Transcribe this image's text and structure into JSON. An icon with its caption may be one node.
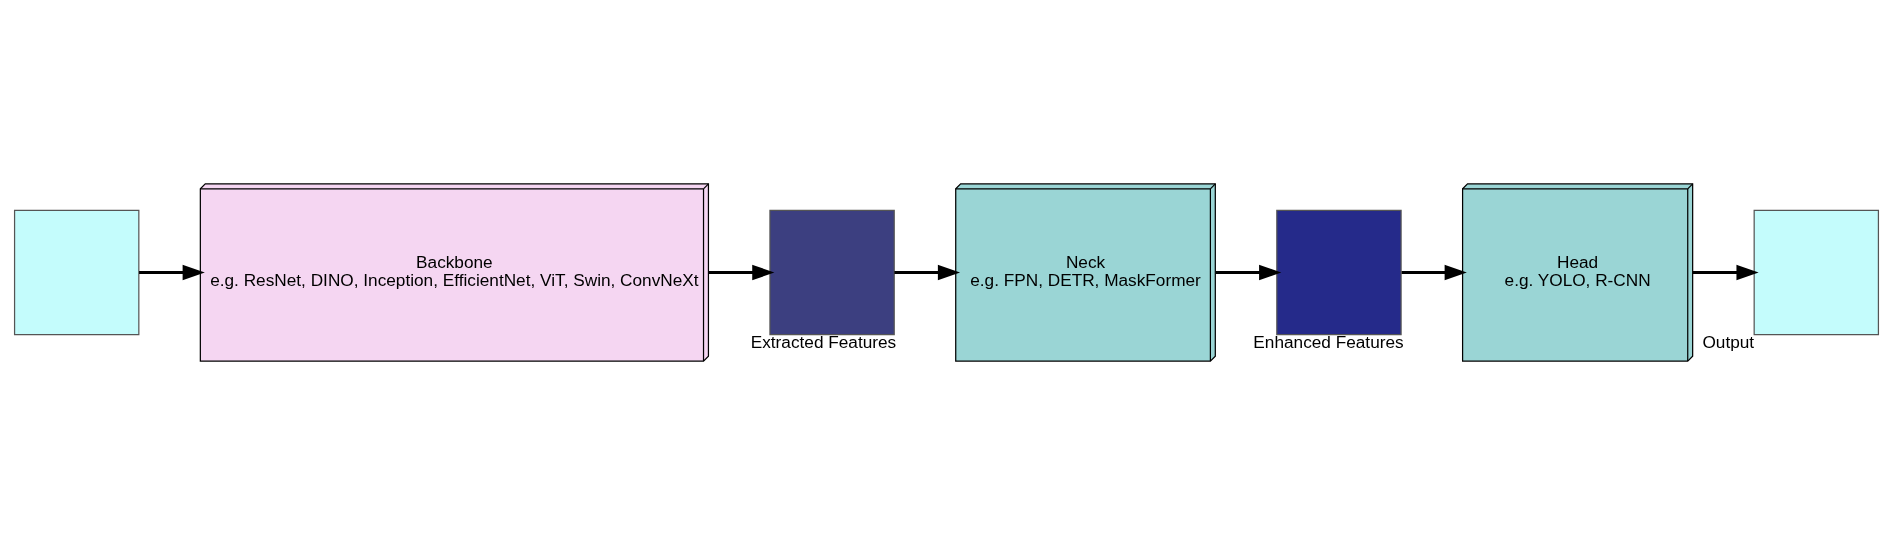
{
  "diagram": {
    "nodes": [
      {
        "text": [],
        "shape": "box"
      },
      {
        "text": [
          "Backbone",
          "e.g. ResNet, DINO, Inception, EfficientNet, ViT, Swin, ConvNeXt"
        ]
      },
      {
        "text": [],
        "shape": "box",
        "beside": [
          "Extracted Features"
        ]
      },
      {
        "text": [
          "Neck",
          "e.g. FPN, DETR, MaskFormer"
        ]
      },
      {
        "text": [],
        "shape": "box",
        "beside": [
          "Enhanced Features"
        ]
      },
      {
        "text": [
          "Head",
          "e.g. YOLO, R-CNN"
        ]
      },
      {
        "text": [],
        "shape": "box",
        "beside": [
          "Output"
        ]
      }
    ],
    "edges": [
      {
        "from": 0,
        "to": 1,
        "arrow": "to"
      },
      {
        "from": 1,
        "to": 2,
        "arrow": "to"
      },
      {
        "from": 2,
        "to": 3,
        "arrow": "to"
      },
      {
        "from": 3,
        "to": 4,
        "arrow": "to"
      },
      {
        "from": 4,
        "to": 5,
        "arrow": "to"
      },
      {
        "from": 5,
        "to": 6,
        "arrow": "to"
      }
    ]
  }
}
